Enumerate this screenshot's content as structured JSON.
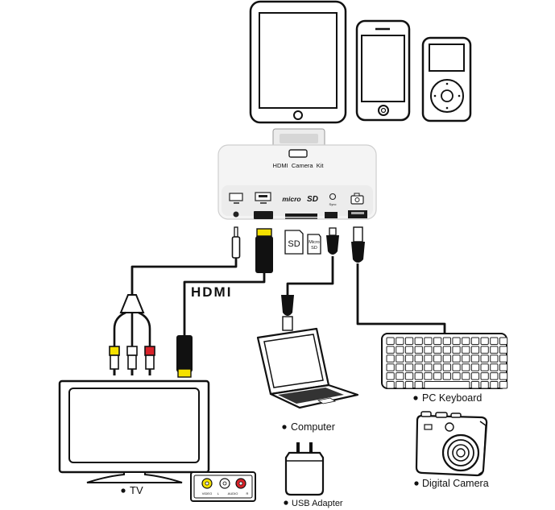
{
  "device_label": "HDMI  Camera  Kit",
  "slot_labels": {
    "micro_sd": "micro",
    "sd": "SD",
    "sync": "Sync"
  },
  "cards": {
    "sd": "SD",
    "micro_sd_line1": "Micro",
    "micro_sd_line2": "SD"
  },
  "cable_label": "HDMI",
  "captions": {
    "computer": "Computer",
    "pc_keyboard": "PC Keyboard",
    "digital_camera": "Digital Camera",
    "tv": "TV",
    "usb_adapter": "USB Adapter"
  },
  "av_panel": {
    "video": "VIDEO",
    "l": "L",
    "audio": "AUDIO",
    "r": "R"
  },
  "colors": {
    "yellow": "#f5e100",
    "red": "#d8232a",
    "white": "#ffffff",
    "line": "#111111"
  }
}
